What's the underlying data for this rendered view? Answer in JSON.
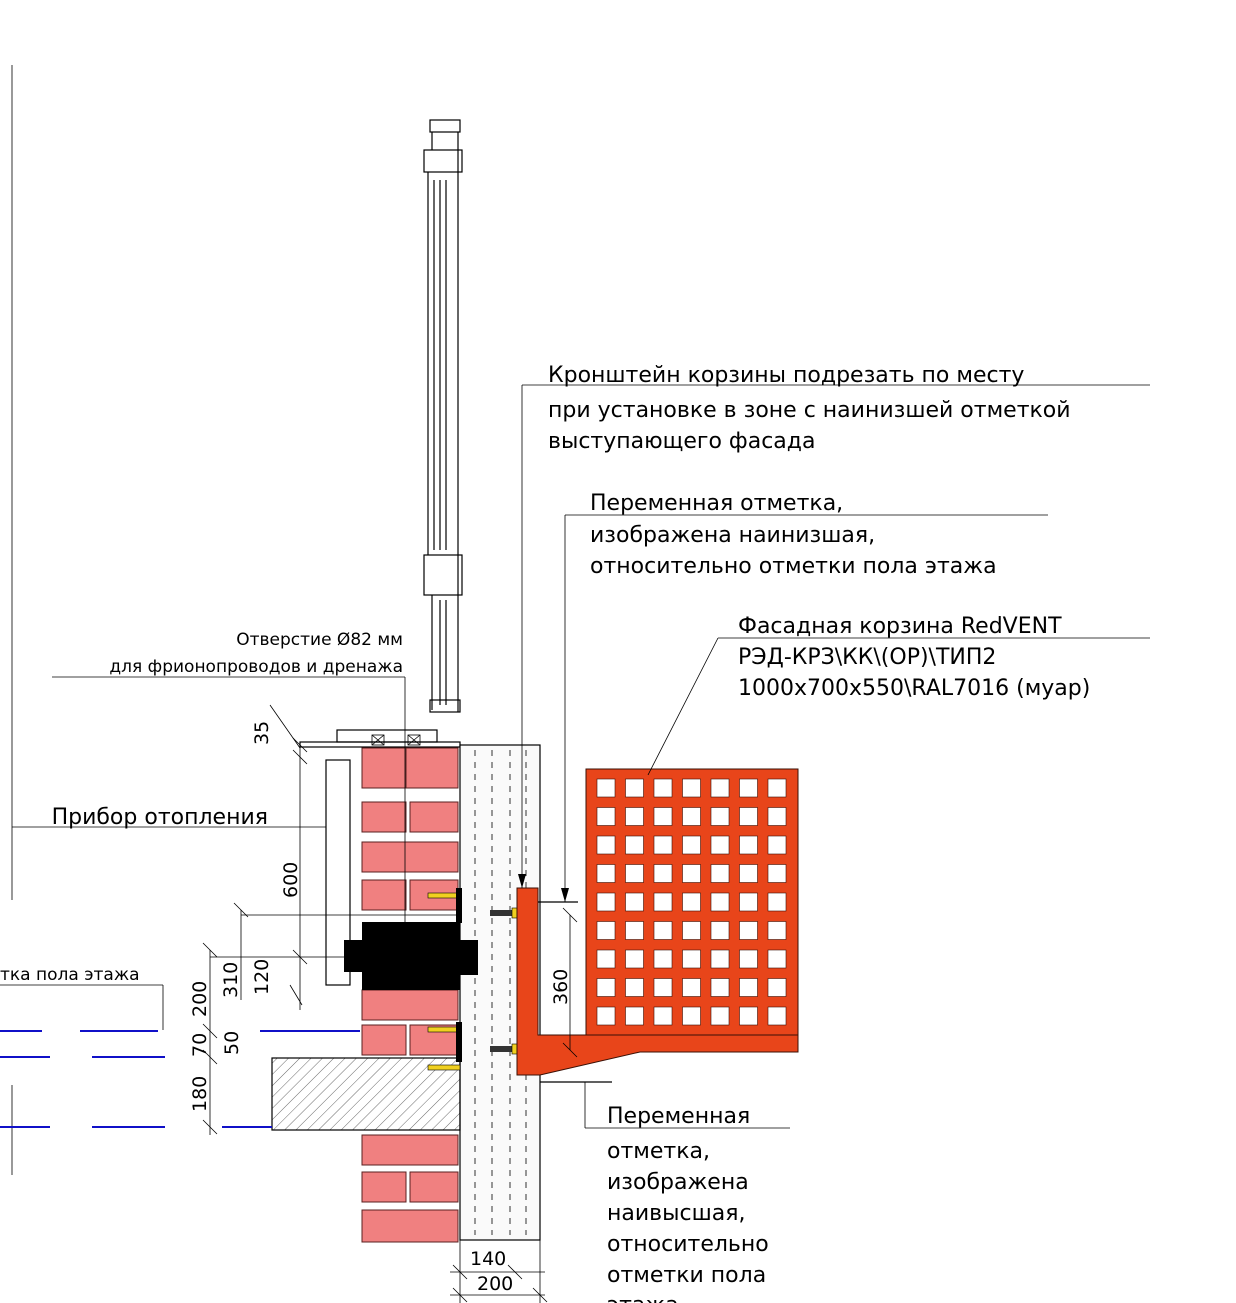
{
  "labels": {
    "heater": "Прибор отопления",
    "hole_line1": "Отверстие Ø82 мм",
    "hole_line2": "для фрионопроводов и дренажа",
    "bracket_line1": "Кронштейн корзины подрезать по месту",
    "bracket_line2": "при установке в зоне с наинизшей отметкой",
    "bracket_line3": "выступающего фасада",
    "var_low_line1": "Переменная отметка,",
    "var_low_line2": "изображена наинизшая,",
    "var_low_line3": "относительно отметки пола этажа",
    "basket_line1": "Фасадная корзина RedVENT",
    "basket_line2": "РЭД-КРЗ\\КК\\(ОР)\\ТИП2",
    "basket_line3": "1000х700х550\\RAL7016 (муар)",
    "floor_mark": "тка пола этажа",
    "var_high_line1": "Переменная",
    "var_high_line2": "отметка,",
    "var_high_line3": "изображена",
    "var_high_line4": "наивысшая,",
    "var_high_line5": "относительно",
    "var_high_line6": "отметки пола",
    "var_high_line7": "этажа"
  },
  "dimensions": {
    "d35": "35",
    "d600": "600",
    "d310": "310",
    "d120": "120",
    "d200v": "200",
    "d50": "50",
    "d70": "70",
    "d180": "180",
    "d360": "360",
    "d140": "140",
    "d200h": "200"
  },
  "colors": {
    "brick": "#f08080",
    "basket": "#e8451a",
    "floor_line": "#1010c8"
  }
}
